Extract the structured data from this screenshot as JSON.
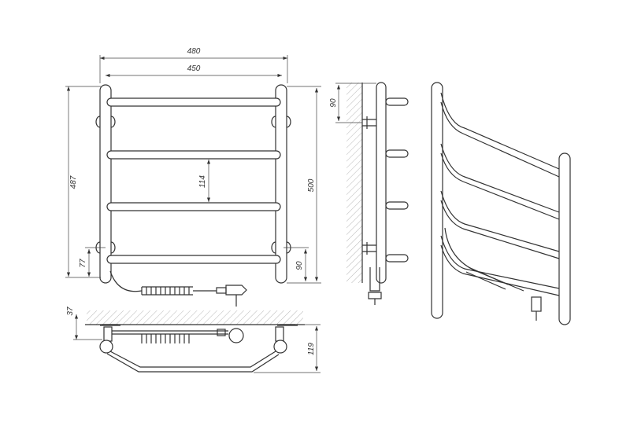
{
  "title": "Heated towel rail technical drawing",
  "dimensions": {
    "overall_width": "480",
    "center_width": "450",
    "overall_height": "487",
    "rail_spacing": "114",
    "center_height": "500",
    "bottom_mount_left": "77",
    "bottom_mount_right": "90",
    "top_offset_side": "90",
    "wall_gap": "37",
    "depth": "119"
  },
  "colors": {
    "line": "#333333",
    "background": "#ffffff"
  }
}
